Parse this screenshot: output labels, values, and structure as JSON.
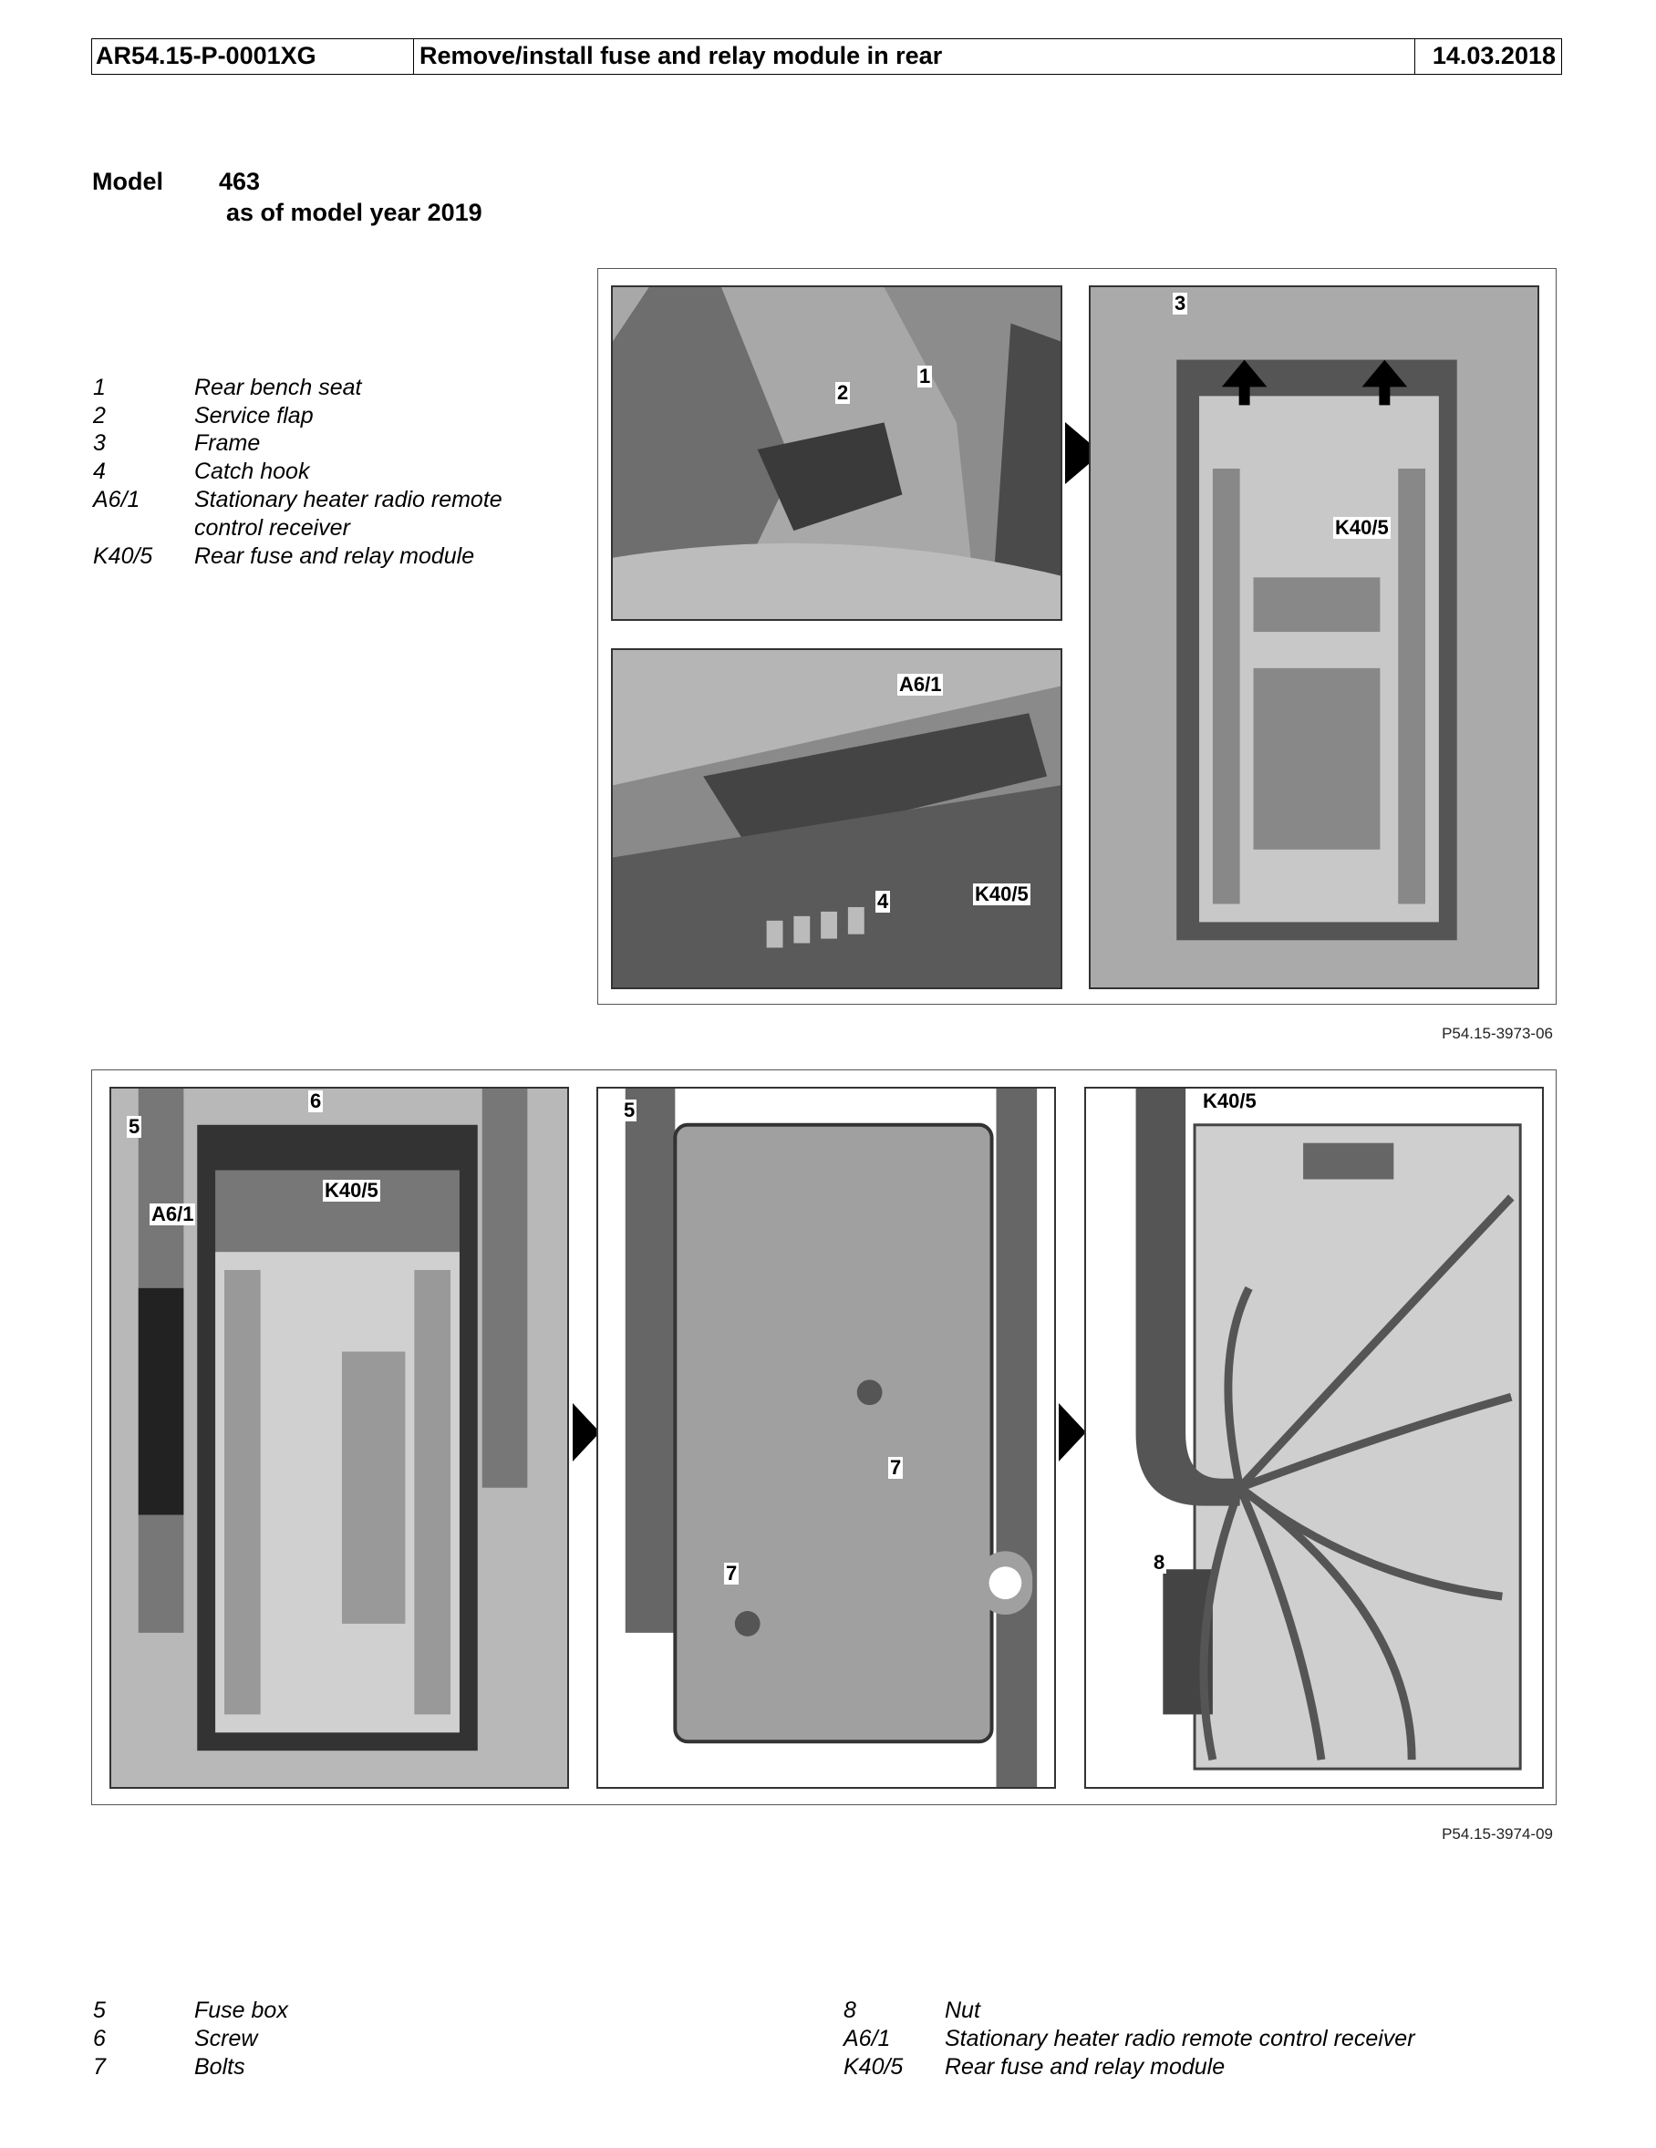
{
  "header": {
    "doc_id": "AR54.15-P-0001XG",
    "title": "Remove/install fuse and relay module in rear",
    "date": "14.03.2018"
  },
  "model": {
    "label": "Model",
    "number": "463",
    "note": "as of model year 2019"
  },
  "legend_top": [
    {
      "num": "1",
      "text": "Rear bench seat"
    },
    {
      "num": "2",
      "text": "Service flap"
    },
    {
      "num": "3",
      "text": "Frame"
    },
    {
      "num": "4",
      "text": "Catch hook"
    },
    {
      "num": "A6/1",
      "text": "Stationary heater radio remote",
      "text2": "control receiver"
    },
    {
      "num": "K40/5",
      "text": "Rear fuse and relay module"
    }
  ],
  "figure1": {
    "caption": "P54.15-3973-06",
    "callouts": {
      "c1": "1",
      "c2": "2",
      "c3": "3",
      "c4": "4",
      "a61": "A6/1",
      "k405a": "K40/5",
      "k405b": "K40/5"
    }
  },
  "figure2": {
    "caption": "P54.15-3974-09",
    "callouts": {
      "c5a": "5",
      "c6": "6",
      "k405a": "K40/5",
      "a61": "A6/1",
      "c5b": "5",
      "c7a": "7",
      "c7b": "7",
      "k405b": "K40/5",
      "c8": "8"
    }
  },
  "legend_bottom_left": [
    {
      "num": "5",
      "text": "Fuse box"
    },
    {
      "num": "6",
      "text": "Screw"
    },
    {
      "num": "7",
      "text": "Bolts"
    }
  ],
  "legend_bottom_right": [
    {
      "num": "8",
      "text": "Nut"
    },
    {
      "num": "A6/1",
      "text": "Stationary heater radio remote control receiver"
    },
    {
      "num": "K40/5",
      "text": "Rear fuse and relay module"
    }
  ]
}
